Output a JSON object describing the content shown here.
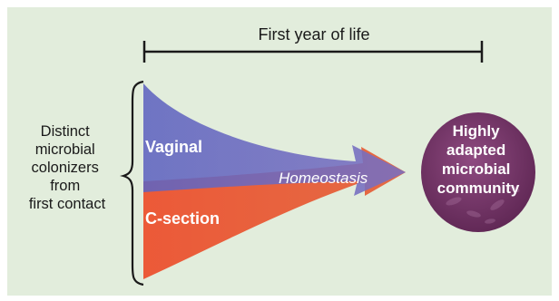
{
  "timeline": {
    "label": "First year of life"
  },
  "left_label": {
    "lines": [
      "Distinct",
      "microbial",
      "colonizers",
      "from",
      "first contact"
    ]
  },
  "streams": {
    "vaginal": {
      "label": "Vaginal",
      "color": "#6b6fc4"
    },
    "csection": {
      "label": "C-section",
      "color": "#e8583a"
    },
    "convergence_label": "Homeostasis"
  },
  "outcome": {
    "lines": [
      "Highly",
      "adapted",
      "microbial",
      "community"
    ],
    "color": "#7a3a6e"
  },
  "colors": {
    "panel_background": "#e2eddc",
    "bracket_line": "#1a1a1a"
  }
}
